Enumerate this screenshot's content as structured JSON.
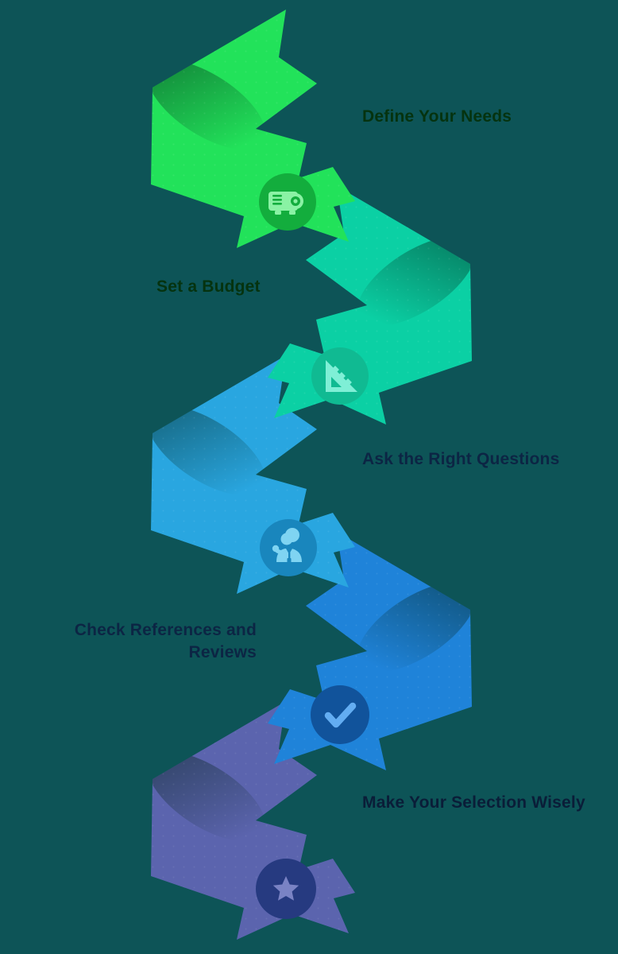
{
  "page": {
    "background": "#0d5457"
  },
  "steps": [
    {
      "label": "Define Your Needs",
      "icon": "projector-icon",
      "arrow_color": "#22e25a",
      "badge_color": "#13ad3d",
      "icon_color": "#8af2a4",
      "label_color": "#05330f",
      "label_side": "right"
    },
    {
      "label": "Set a Budget",
      "icon": "set-square-icon",
      "arrow_color": "#0bd0a4",
      "badge_color": "#10ba92",
      "icon_color": "#7fefd6",
      "label_color": "#05330f",
      "label_side": "left"
    },
    {
      "label": "Ask the Right Questions",
      "icon": "interviewer-icon",
      "arrow_color": "#29a6e0",
      "badge_color": "#1986bd",
      "icon_color": "#7fd4f2",
      "label_color": "#0c2544",
      "label_side": "right"
    },
    {
      "label": "Check References and Reviews",
      "icon": "check-icon",
      "arrow_color": "#1f83d9",
      "badge_color": "#11539b",
      "icon_color": "#63adf2",
      "label_color": "#0c2544",
      "label_side": "left"
    },
    {
      "label": "Make Your Selection Wisely",
      "icon": "star-icon",
      "arrow_color": "#5b64ae",
      "badge_color": "#263a80",
      "icon_color": "#7a83c4",
      "label_color": "#0a1d38",
      "label_side": "right"
    }
  ]
}
